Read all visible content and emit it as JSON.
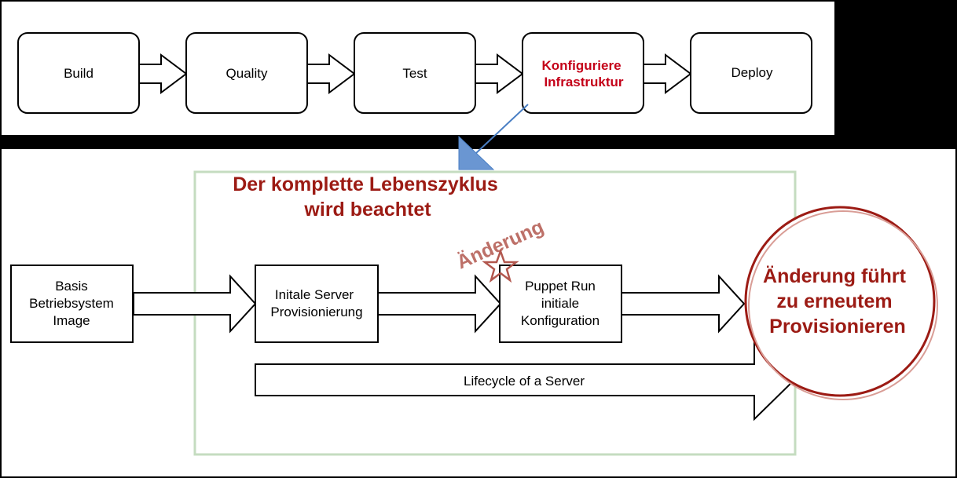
{
  "pipeline": {
    "steps": [
      "Build",
      "Quality",
      "Test",
      [
        "Konfiguriere",
        "Infrastruktur"
      ],
      "Deploy"
    ],
    "highlight_color": "#c40018"
  },
  "lifecycle": {
    "title_lines": [
      "Der komplette Lebenszyklus",
      "wird beachtet"
    ],
    "stage_base": [
      "Basis",
      "Betriebsystem",
      "Image"
    ],
    "stage_provision": [
      "Initale Server",
      "Provisionierung"
    ],
    "stage_puppet": [
      "Puppet Run",
      "initiale",
      "Konfiguration"
    ],
    "change_label": "Änderung",
    "lifecycle_label": "Lifecycle of a Server",
    "circle_lines": [
      "Änderung führt",
      "zu erneutem",
      "Provisionieren"
    ],
    "accent_color": "#9c1b14",
    "frame_color": "#c5dcc0"
  }
}
